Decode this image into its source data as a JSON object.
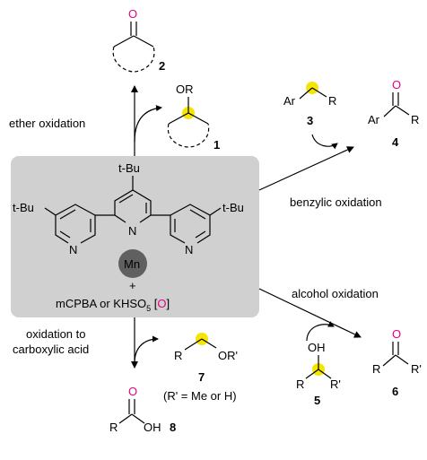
{
  "colors": {
    "oxygen": "#e6007e",
    "highlight": "#f5e600",
    "panel": "#d0d0d0",
    "metal": "#606060"
  },
  "catalyst": {
    "tbu": "t-Bu",
    "N": "N",
    "metal": "Mn",
    "plus": "+",
    "oxidant_prefix": "mCPBA or KHSO",
    "oxidant_sub": "5",
    "oxidant_bracket_open": "[",
    "oxidant_O": "O",
    "oxidant_bracket_close": "]"
  },
  "reactions": {
    "ether": {
      "label": "ether oxidation",
      "substituent": "OR",
      "substrate_num": "1",
      "product_O": "O",
      "product_num": "2"
    },
    "benzylic": {
      "label": "benzylic oxidation",
      "Ar": "Ar",
      "R": "R",
      "substrate_num": "3",
      "product_O": "O",
      "product_num": "4"
    },
    "alcohol": {
      "label": "alcohol oxidation",
      "OH": "OH",
      "R": "R",
      "R2": "R'",
      "substrate_num": "5",
      "product_O": "O",
      "product_num": "6"
    },
    "acid": {
      "label_line1": "oxidation to",
      "label_line2": "carboxylic acid",
      "R": "R",
      "substituent": "OR'",
      "substrate_num": "7",
      "note": "(R' = Me or H)",
      "product_O": "O",
      "product_OH": "OH",
      "product_num": "8"
    }
  }
}
